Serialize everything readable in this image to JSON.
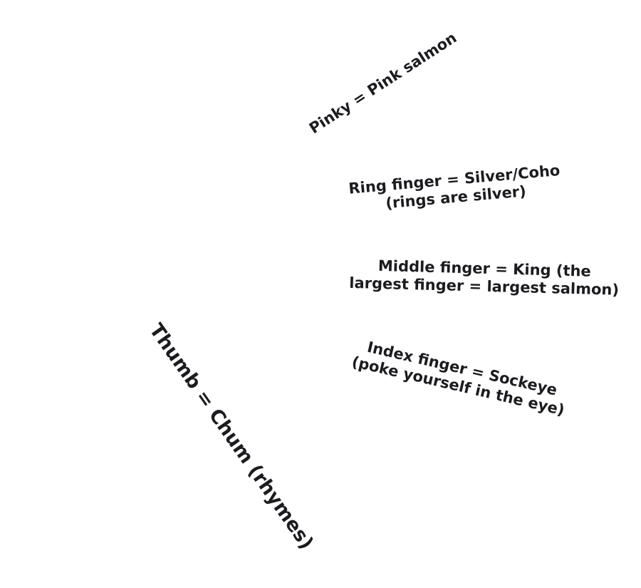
{
  "labels": {
    "pinky": "Pinky = Pink salmon",
    "ring": {
      "line1": "Ring finger = Silver/Coho",
      "line2": "(rings are silver)"
    },
    "middle": {
      "line1": "Middle finger = King (the",
      "line2": "largest finger = largest salmon)"
    },
    "index": {
      "line1": "Index finger = Sockeye",
      "line2": "(poke yourself in the eye)"
    },
    "thumb": "Thumb = Chum (rhymes)"
  },
  "colors": {
    "text": "#1c1b1f",
    "background": "#ffffff"
  }
}
